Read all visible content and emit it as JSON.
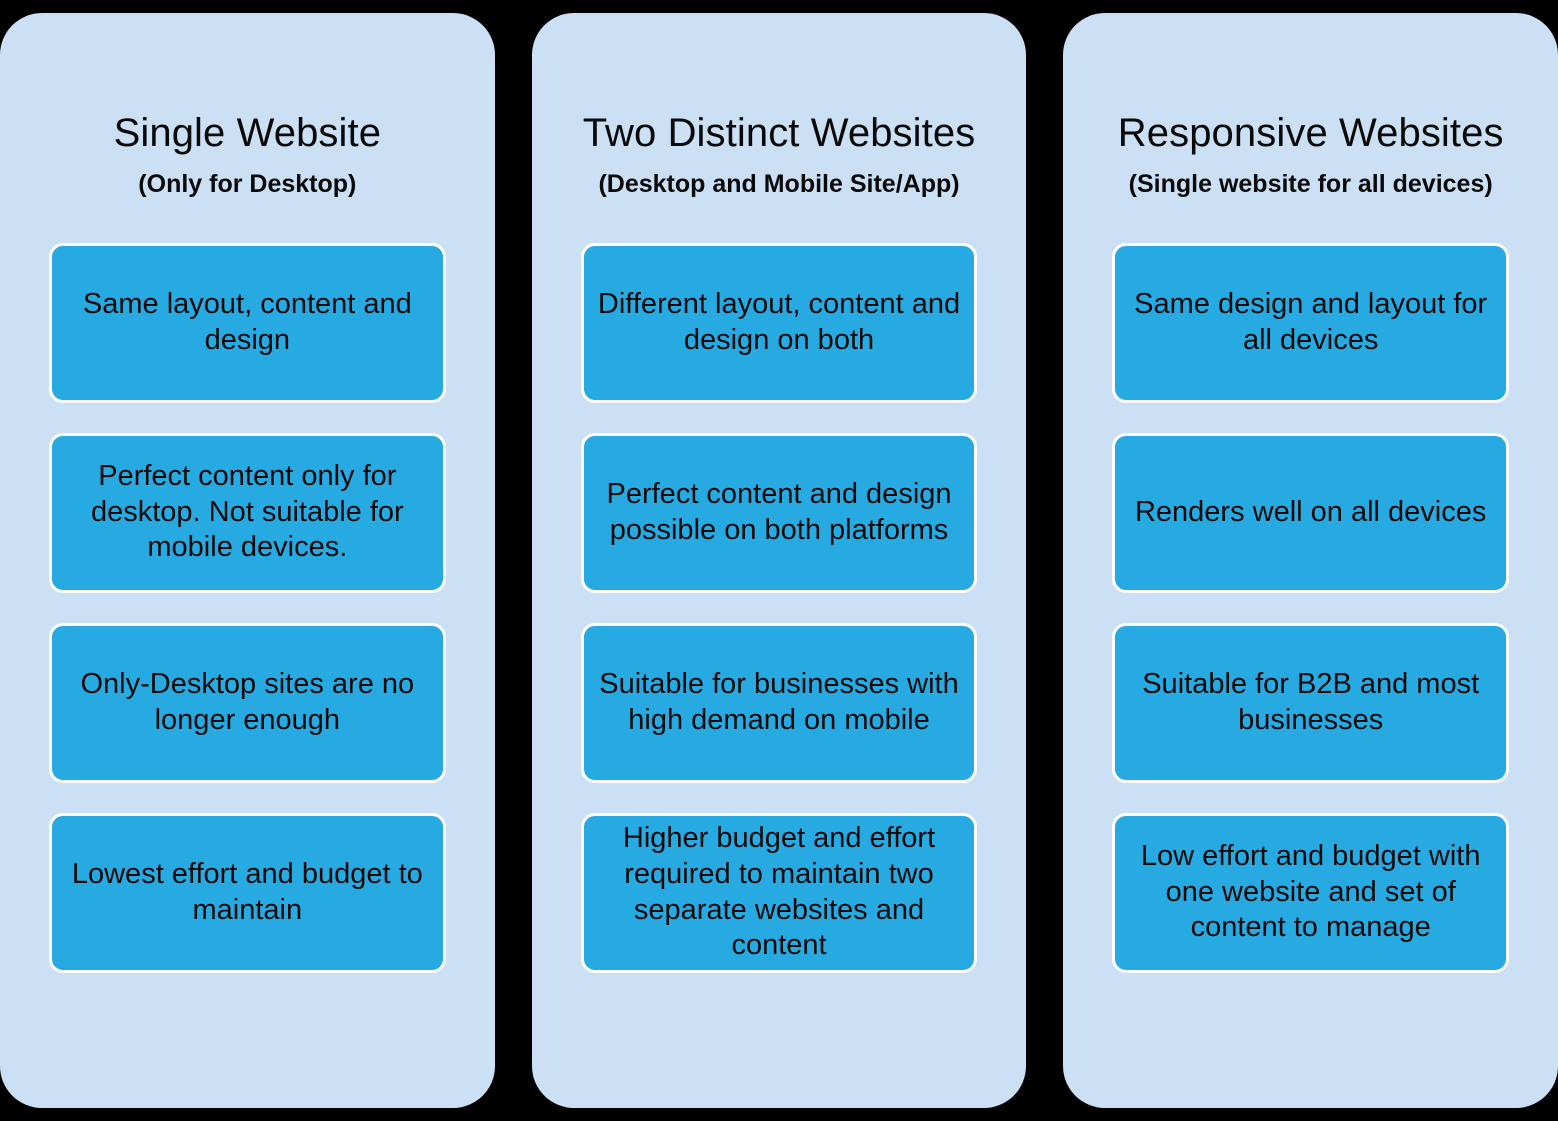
{
  "colors": {
    "background": "#000000",
    "panel": "#cbdff5",
    "card": "#27a9e1",
    "card_border": "#ffffff",
    "text": "#0a0a0a"
  },
  "columns": [
    {
      "title": "Single Website",
      "subtitle": "(Only for Desktop)",
      "cards": [
        "Same layout, content and design",
        "Perfect content only for desktop. Not suitable for mobile devices.",
        "Only-Desktop sites are no longer enough",
        "Lowest effort and budget to maintain"
      ]
    },
    {
      "title": "Two Distinct Websites",
      "subtitle": "(Desktop and Mobile Site/App)",
      "cards": [
        "Different layout, content and design on both",
        "Perfect content and design possible on both platforms",
        "Suitable for businesses with high demand on mobile",
        "Higher budget and effort required to maintain two separate websites and content"
      ]
    },
    {
      "title": "Responsive Websites",
      "subtitle": "(Single website for all devices)",
      "cards": [
        "Same design and layout for all devices",
        "Renders well on all devices",
        "Suitable for B2B and most businesses",
        "Low effort and budget with one website and set of content to manage"
      ]
    }
  ]
}
